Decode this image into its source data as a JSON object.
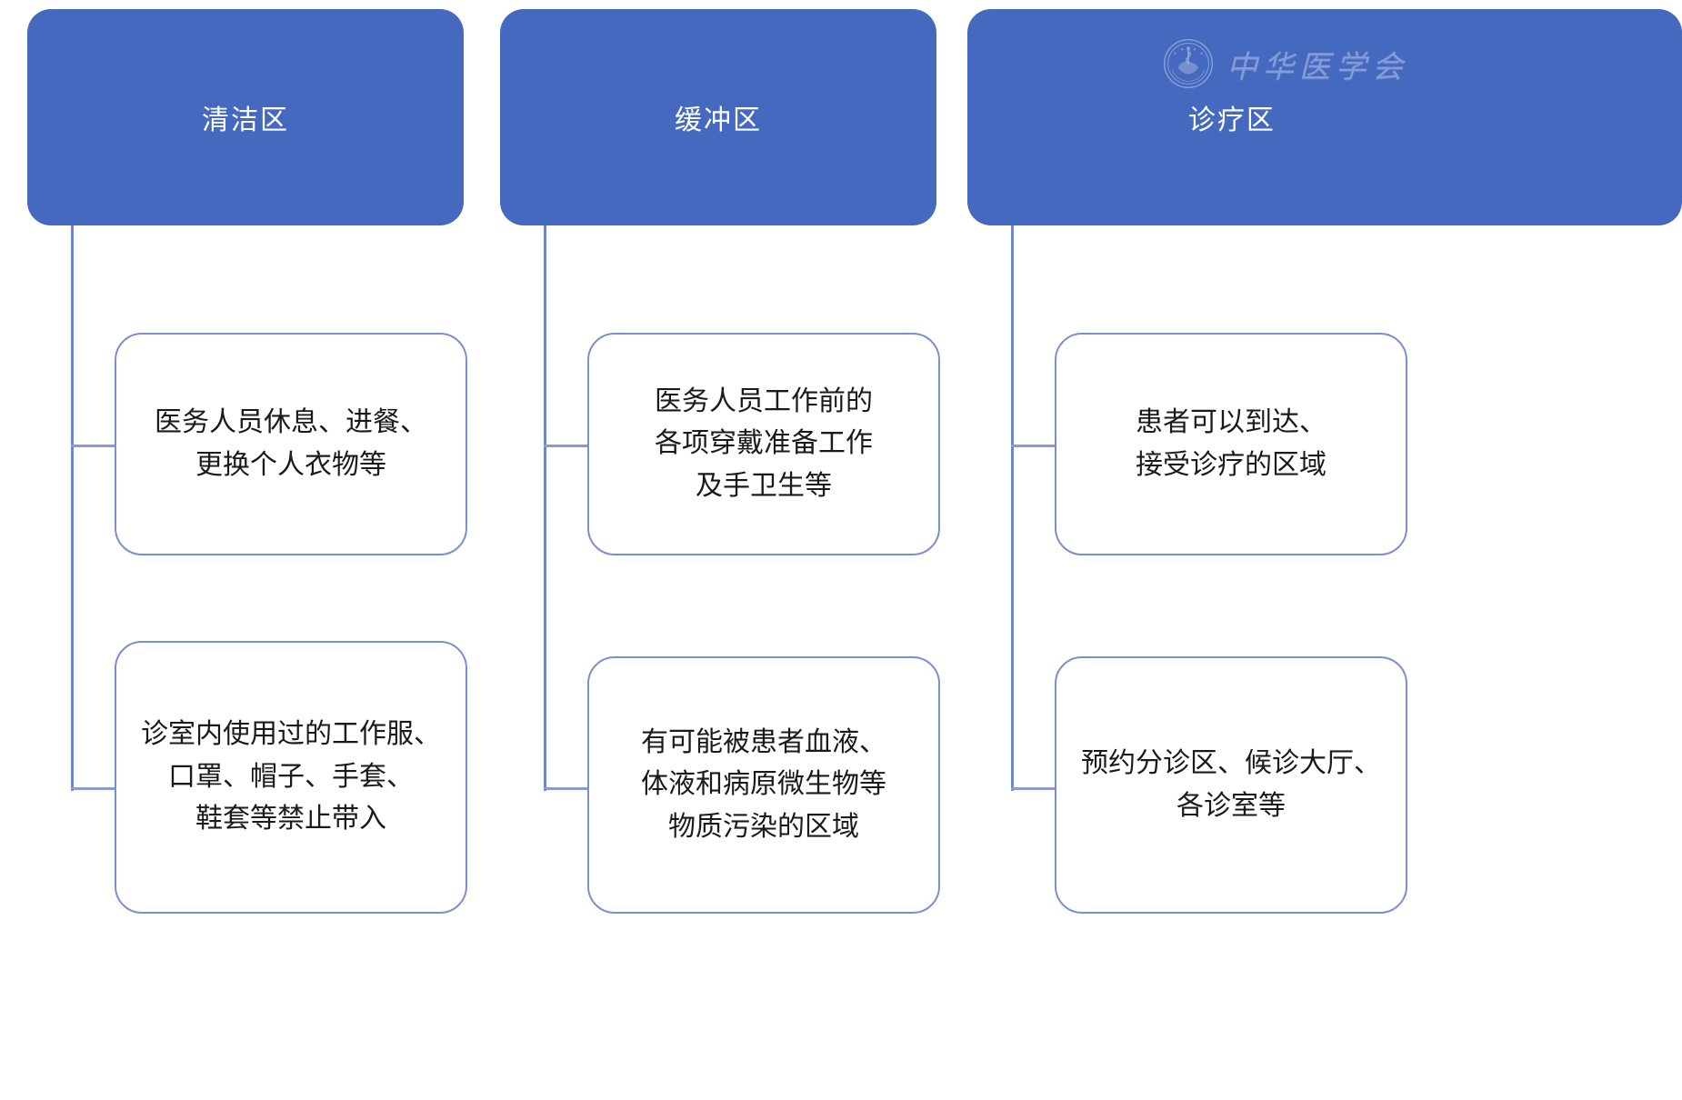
{
  "theme": {
    "header_fill": "#4669c0",
    "box_border": "#7b8fcf",
    "connector": "#6f86c9",
    "page_background": "#ffffff",
    "header_text_color": "#ffffff",
    "body_text_color": "#1a1a1a"
  },
  "watermark": {
    "emblem_name": "chinese-medical-association-emblem",
    "text": "中华医学会",
    "emblem_inner_text": "中华医学会",
    "emblem_ring_text": "CHINESE MEDICAL ASSOCIATION"
  },
  "columns": [
    {
      "id": "clean-zone",
      "header": "清洁区",
      "boxes": [
        {
          "id": "clean-zone-detail-1",
          "text": "医务人员休息、进餐、\n更换个人衣物等"
        },
        {
          "id": "clean-zone-detail-2",
          "text": "诊室内使用过的工作服、\n口罩、帽子、手套、\n鞋套等禁止带入"
        }
      ]
    },
    {
      "id": "buffer-zone",
      "header": "缓冲区",
      "boxes": [
        {
          "id": "buffer-zone-detail-1",
          "text": "医务人员工作前的\n各项穿戴准备工作\n及手卫生等"
        },
        {
          "id": "buffer-zone-detail-2",
          "text": "有可能被患者血液、\n体液和病原微生物等\n物质污染的区域"
        }
      ]
    },
    {
      "id": "treatment-zone",
      "header": "诊疗区",
      "boxes": [
        {
          "id": "treatment-zone-detail-1",
          "text": "患者可以到达、\n接受诊疗的区域"
        },
        {
          "id": "treatment-zone-detail-2",
          "text": "预约分诊区、候诊大厅、\n各诊室等"
        }
      ]
    }
  ]
}
